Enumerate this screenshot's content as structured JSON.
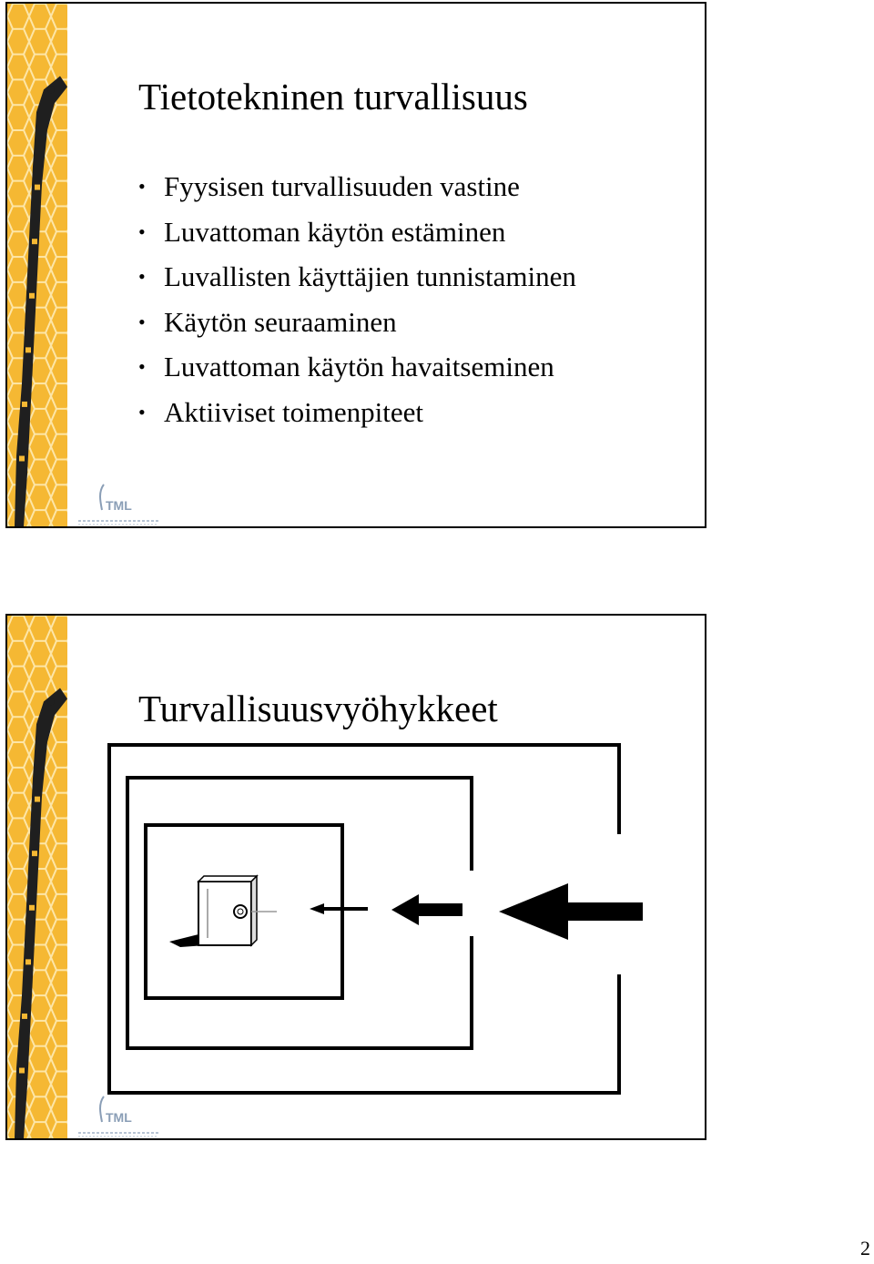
{
  "slides": [
    {
      "title": "Tietotekninen turvallisuus",
      "bullets": [
        "Fyysisen turvallisuuden vastine",
        "Luvattoman käytön estäminen",
        "Luvallisten käyttäjien tunnistaminen",
        "Käytön seuraaminen",
        "Luvattoman käytön havaitseminen",
        "Aktiiviset toimenpiteet"
      ],
      "logo_text": "TML"
    },
    {
      "title": "Turvallisuusvyöhykkeet",
      "logo_text": "TML"
    }
  ],
  "page_number": "2",
  "colors": {
    "strip": "#f5b833",
    "hex_line": "#fbe3a3",
    "logo": "#8a9eb6",
    "border": "#000000"
  }
}
